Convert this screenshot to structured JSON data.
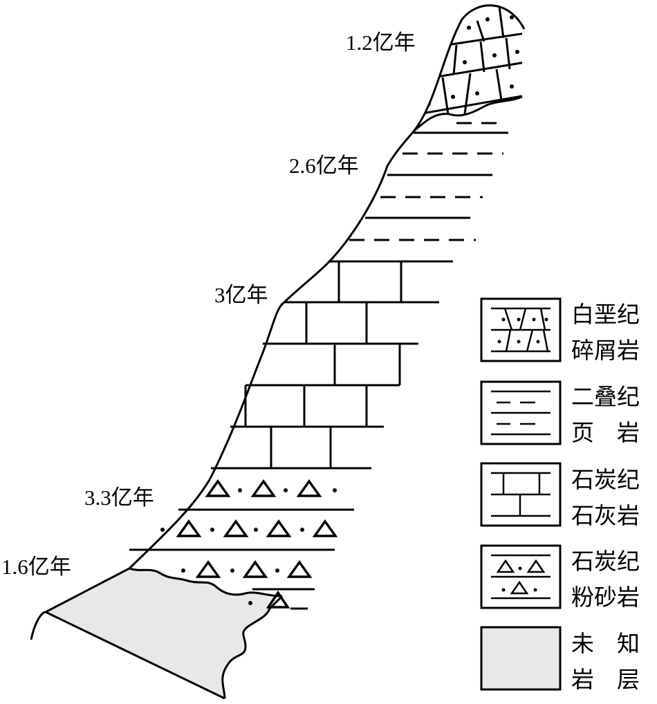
{
  "age_labels": {
    "a1": "1.2亿年",
    "a2": "2.6亿年",
    "a3": "3亿年",
    "a4": "3.3亿年",
    "a5": "1.6亿年"
  },
  "legend": [
    {
      "line1": "白垩纪",
      "line2": "碎屑岩",
      "pattern": "clastic-icon"
    },
    {
      "line1": "二叠纪",
      "line2": "页　岩",
      "pattern": "shale-icon"
    },
    {
      "line1": "石炭纪",
      "line2": "石灰岩",
      "pattern": "limestone-icon"
    },
    {
      "line1": "石炭纪",
      "line2": "粉砂岩",
      "pattern": "siltstone-icon"
    },
    {
      "line1": "未　知",
      "line2": "岩　层",
      "pattern": "unknown-icon"
    }
  ],
  "colors": {
    "unknown_fill": "#e8e8e8",
    "line": "#000000"
  }
}
